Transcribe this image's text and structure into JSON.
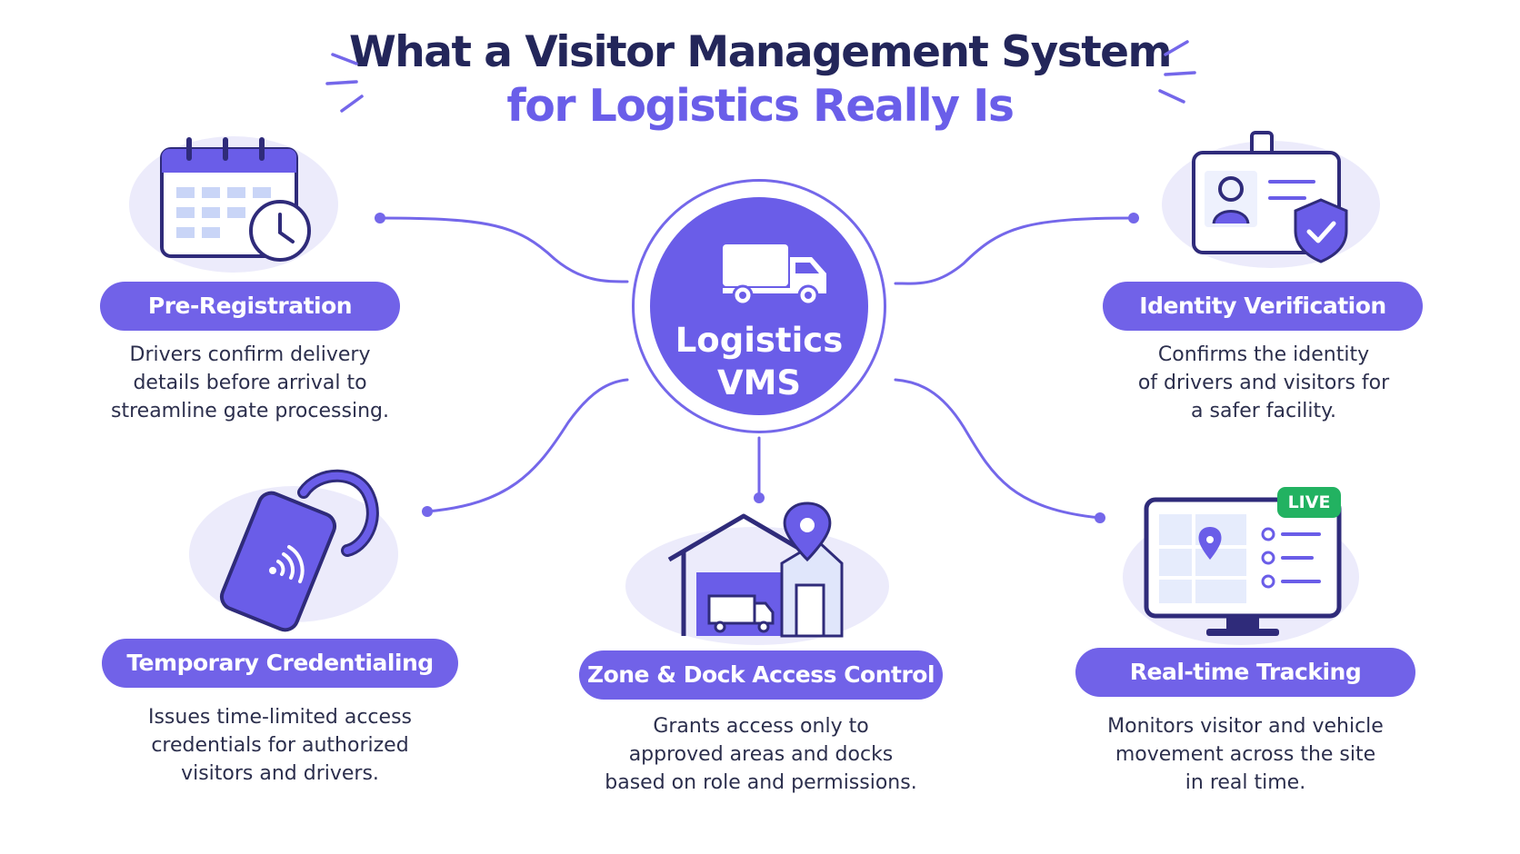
{
  "title": {
    "line1": "What a Visitor Management System",
    "line2": "for Logistics Really Is"
  },
  "hub": {
    "line1": "Logistics",
    "line2": "VMS",
    "icon": "truck-icon"
  },
  "features": {
    "pre_registration": {
      "label": "Pre-Registration",
      "icon": "calendar-clock-icon",
      "desc": [
        "Drivers confirm delivery",
        "details before arrival to",
        "streamline gate processing."
      ]
    },
    "identity_verification": {
      "label": "Identity Verification",
      "icon": "id-badge-shield-icon",
      "desc": [
        "Confirms the identity",
        "of drivers and visitors for",
        "a safer facility."
      ]
    },
    "temporary_credentialing": {
      "label": "Temporary Credentialing",
      "icon": "rfid-badge-icon",
      "desc": [
        "Issues time-limited access",
        "credentials for authorized",
        "visitors and drivers."
      ]
    },
    "zone_dock_access": {
      "label": "Zone & Dock Access Control",
      "icon": "warehouse-location-icon",
      "desc": [
        "Grants access only to",
        "approved areas and docks",
        "based on role and permissions."
      ]
    },
    "realtime_tracking": {
      "label": "Real-time Tracking",
      "icon": "monitor-map-icon",
      "badge": "LIVE",
      "desc": [
        "Monitors visitor and vehicle",
        "movement across the site",
        "in real time."
      ]
    }
  },
  "colors": {
    "primary": "#6a5de8",
    "title_dark": "#23265a",
    "light_tint": "#ecebfb",
    "live_green": "#22b261"
  }
}
